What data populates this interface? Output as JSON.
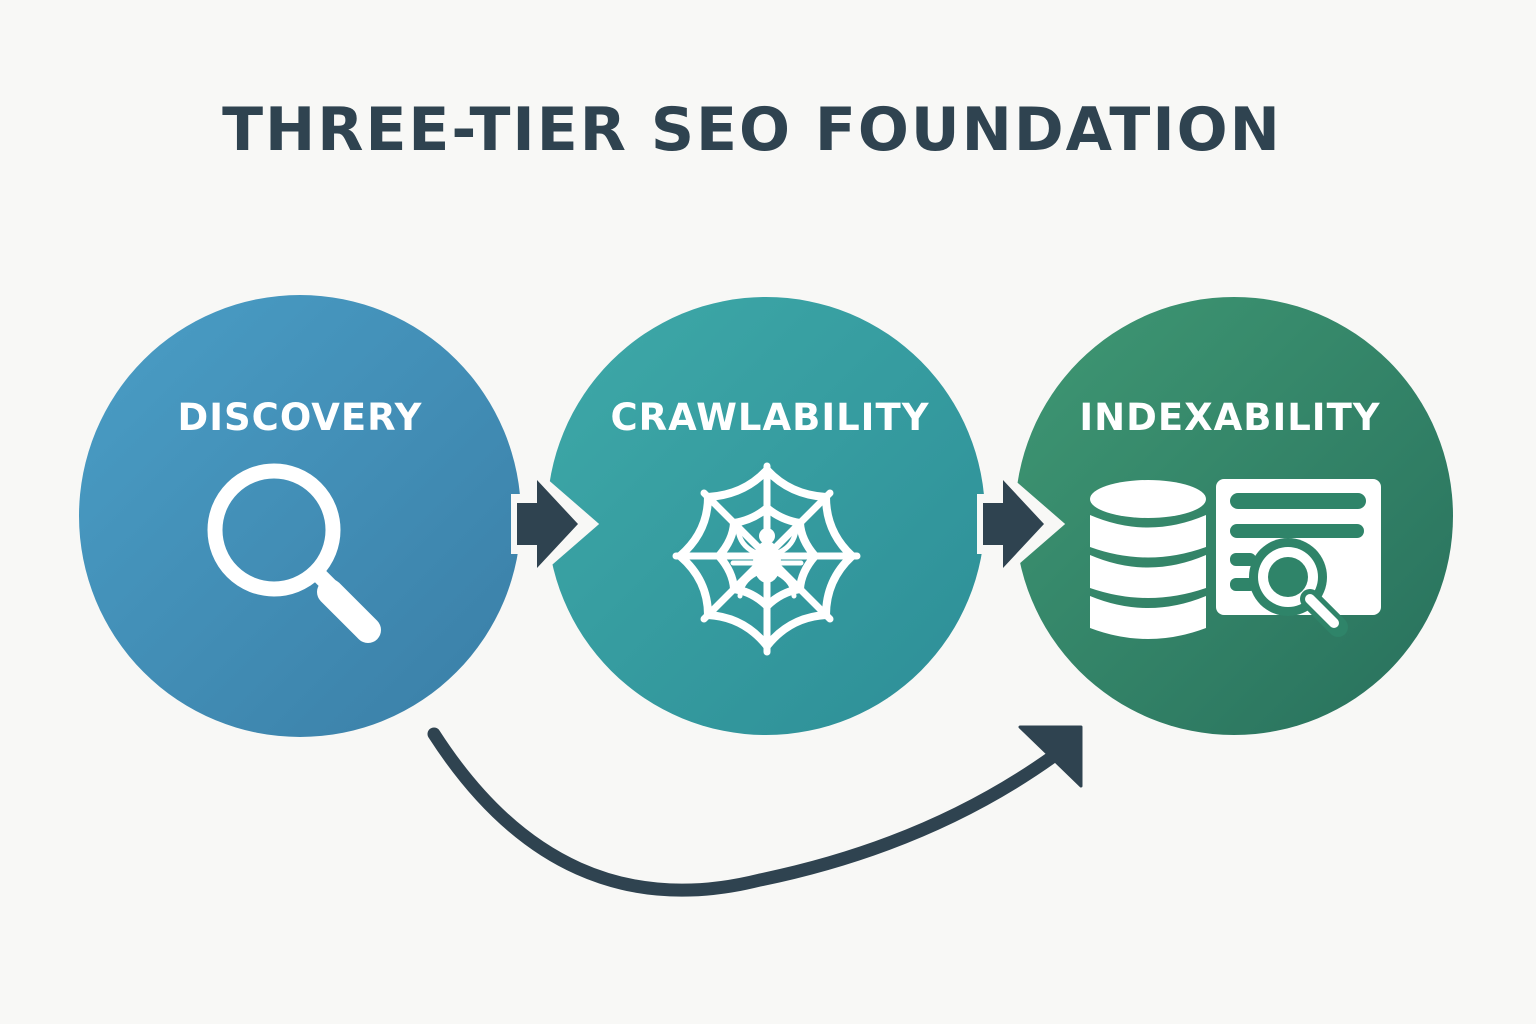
{
  "title": "THREE-TIER SEO FOUNDATION",
  "colors": {
    "background": "#f8f8f6",
    "title": "#2f4350",
    "arrow": "#2f4350",
    "icon": "#ffffff"
  },
  "tiers": [
    {
      "label": "DISCOVERY",
      "icon": "magnifying-glass-icon",
      "color_start": "#4a9ec6",
      "color_end": "#3a7ea6"
    },
    {
      "label": "CRAWLABILITY",
      "icon": "spider-web-icon",
      "color_start": "#3ea9a8",
      "color_end": "#2d8e97"
    },
    {
      "label": "INDEXABILITY",
      "icon": "database-document-search-icon",
      "color_start": "#3f9874",
      "color_end": "#28705c"
    }
  ],
  "connectors": [
    {
      "from": "DISCOVERY",
      "to": "CRAWLABILITY",
      "type": "straight-arrow"
    },
    {
      "from": "CRAWLABILITY",
      "to": "INDEXABILITY",
      "type": "straight-arrow"
    },
    {
      "from": "DISCOVERY",
      "to": "INDEXABILITY",
      "type": "curved-arrow"
    }
  ]
}
